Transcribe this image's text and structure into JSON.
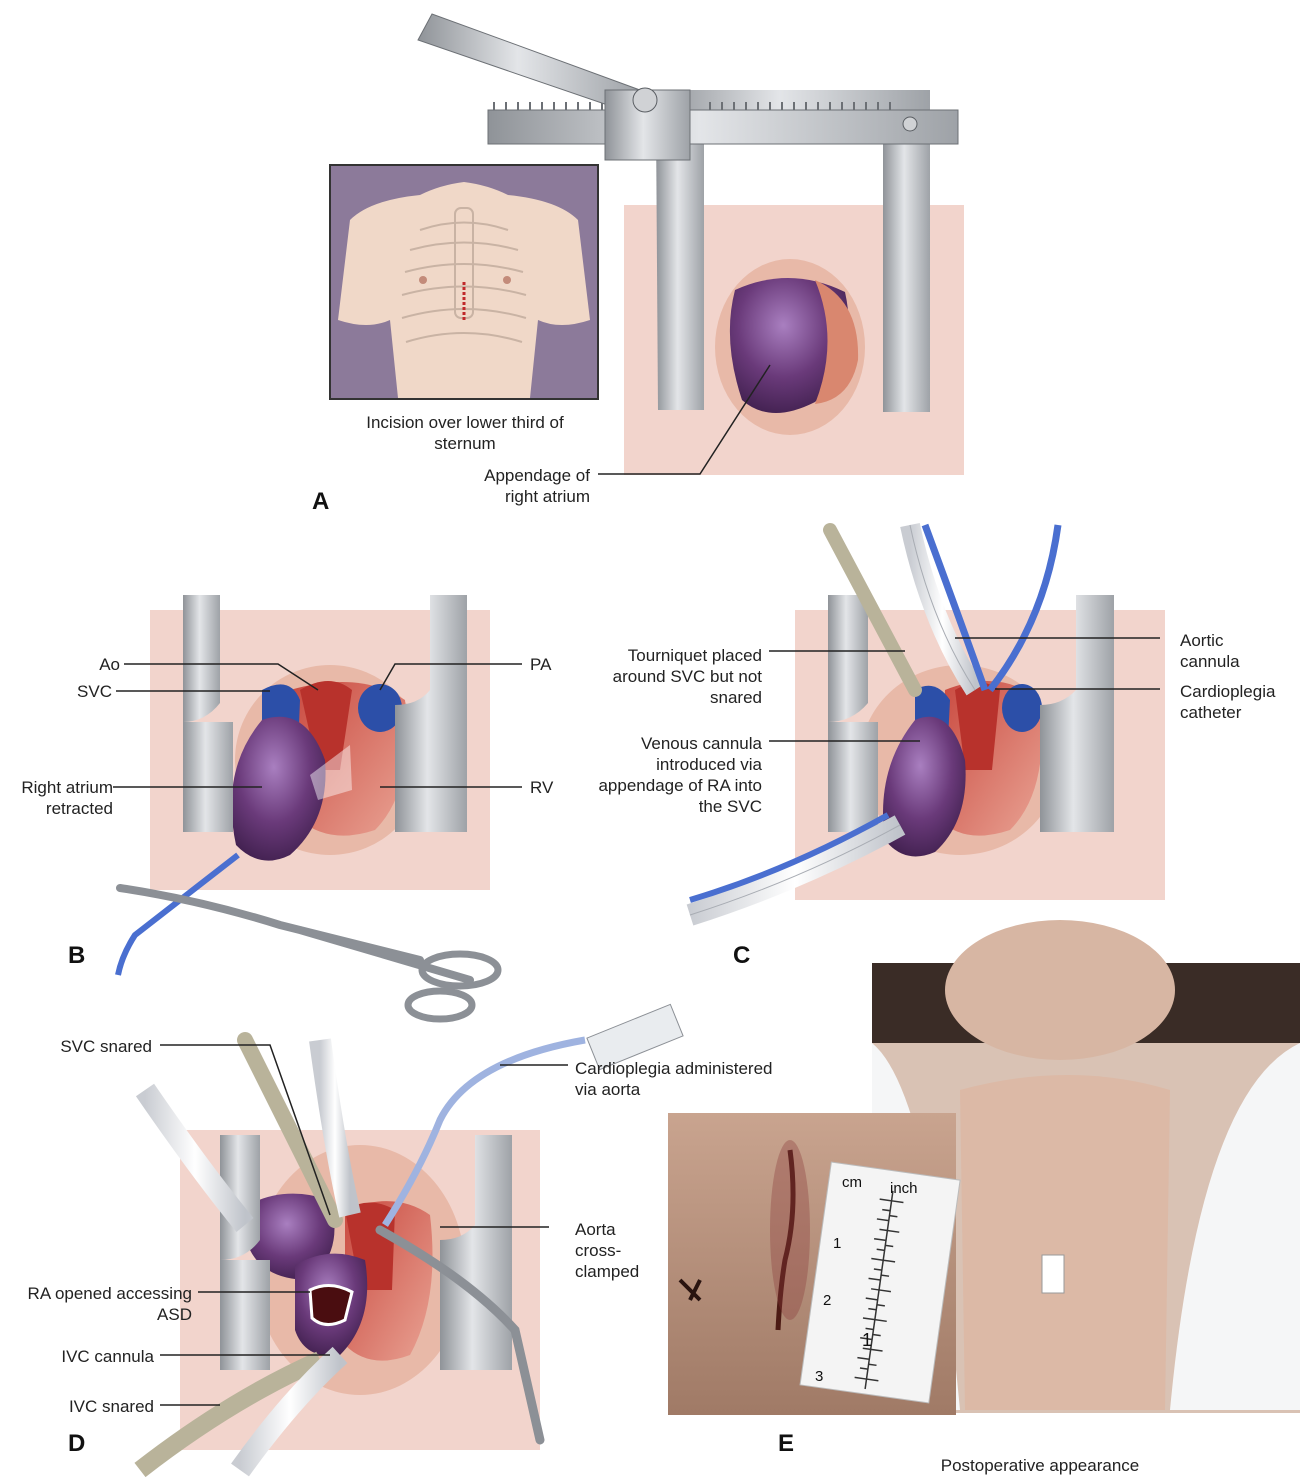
{
  "panels": {
    "a": "A",
    "b": "B",
    "c": "C",
    "d": "D",
    "e": "E"
  },
  "panel_a": {
    "inset_caption": "Incision over lower third of sternum",
    "appendage_label": "Appendage of right atrium"
  },
  "panel_b": {
    "ao": "Ao",
    "svc": "SVC",
    "pa": "PA",
    "rv": "RV",
    "right_atrium": "Right atrium retracted"
  },
  "panel_c": {
    "tourniquet": "Tourniquet placed around SVC but not snared",
    "venous_cannula": "Venous cannula introduced via appendage of RA into the SVC",
    "aortic_cannula": "Aortic cannula",
    "cardioplegia_catheter": "Cardioplegia catheter"
  },
  "panel_d": {
    "svc_snared": "SVC snared",
    "ra_opened": "RA opened accessing ASD",
    "ivc_cannula": "IVC cannula",
    "ivc_snared": "IVC snared",
    "cardioplegia_admin": "Cardioplegia administered via aorta",
    "aorta_clamped": "Aorta cross-clamped"
  },
  "panel_e": {
    "caption": "Postoperative appearance",
    "ruler_cm": "cm",
    "ruler_inch": "inch",
    "ruler_1": "1",
    "ruler_2": "2",
    "ruler_3": "3",
    "ruler_inch_1": "1"
  },
  "colors": {
    "tissue": "#f2d4cc",
    "retractor": "#b9bcc0",
    "atrium_purple": "#6a3a7a",
    "svc_blue": "#2c4fa8",
    "aorta_red": "#b8322c",
    "cannula_blue": "#4a6fd0",
    "inset_bg": "#8c7a9a"
  }
}
